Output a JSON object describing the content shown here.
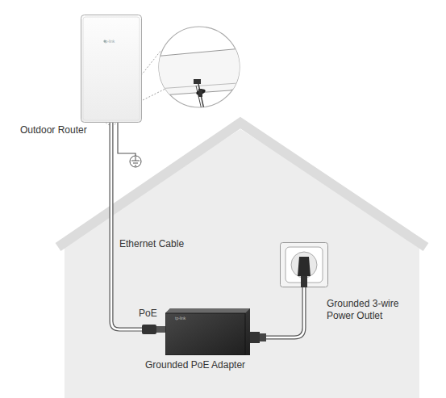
{
  "diagram": {
    "nodes": [
      {
        "text": [
          "Outdoor Router"
        ]
      },
      {
        "text": [
          "PoE",
          "Grounded PoE Adapter"
        ]
      },
      {
        "text": [
          "Grounded 3-wire Power Outlet"
        ]
      }
    ],
    "edges": [
      {
        "from": 0,
        "to": 1,
        "arrow": "none",
        "label": "Ethernet Cable"
      },
      {
        "from": 1,
        "to": 2,
        "arrow": "none"
      }
    ],
    "labels": [
      "tp-link",
      "tp-link"
    ]
  }
}
